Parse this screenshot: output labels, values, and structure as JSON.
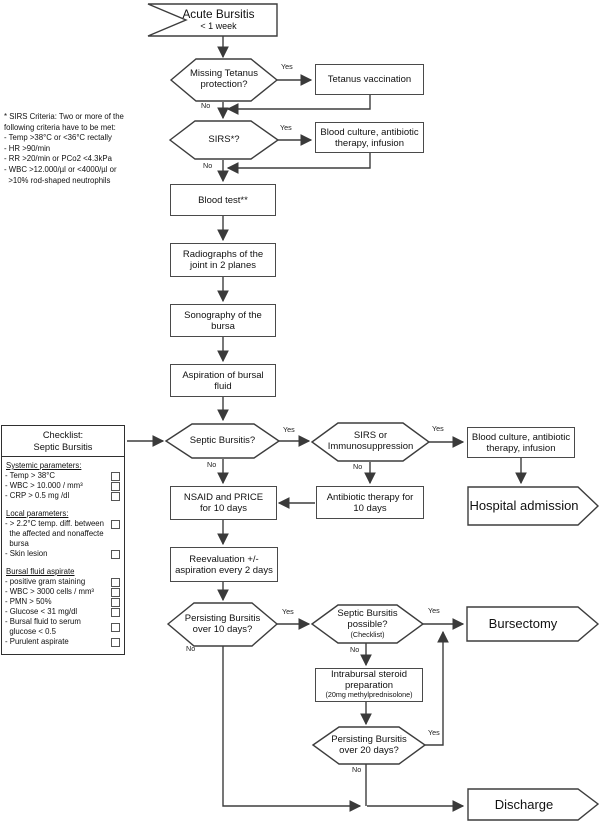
{
  "diagram": {
    "start": {
      "title": "Acute Bursitis",
      "subtitle": "< 1 week"
    },
    "decisions": {
      "tetanus": "Missing Tetanus\nprotection?",
      "sirs": "SIRS*?",
      "septic": "Septic Bursitis?",
      "sirs_immuno": "SIRS or\nImmunosuppression",
      "persist10": "Persisting Bursitis\nover 10 days?",
      "septic_possible": "Septic Bursitis\npossible?",
      "septic_possible_sub": "(Checklist)",
      "persist20": "Persisting Bursitis\nover 20 days?"
    },
    "processes": {
      "tetanus_vacc": "Tetanus vaccination",
      "blood_culture1": "Blood culture, antibiotic\ntherapy, infusion",
      "blood_test": "Blood test**",
      "radiographs": "Radiographs of the\njoint in 2 planes",
      "sonography": "Sonography of the\nbursa",
      "aspiration": "Aspiration of bursal\nfluid",
      "blood_culture2": "Blood culture, antibiotic\ntherapy, infusion",
      "nsaid": "NSAID and PRICE\nfor 10 days",
      "antibiotic": "Antibiotic therapy for\n10 days",
      "reevaluation": "Reevaluation +/-\naspiration every 2 days",
      "steroid": "Intrabursal steroid\npreparation",
      "steroid_sub": "(20mg methylprednisolone)"
    },
    "terminals": {
      "hospital": "Hospital admission",
      "bursectomy": "Bursectomy",
      "discharge": "Discharge"
    },
    "edge_labels": {
      "yes": "Yes",
      "no": "No"
    },
    "sirs_note": "* SIRS Criteria: Two or more of the\nfollowing criteria have to be met:\n- Temp >38°C or <36°C rectally\n- HR >90/min\n- RR >20/min or PCo2 <4.3kPa\n- WBC >12.000/µl or <4000/µl or\n  >10% rod-shaped neutrophils",
    "checklist": {
      "title": "Checklist:\nSeptic Bursitis",
      "sections": [
        {
          "heading": "Systemic parameters:",
          "items": [
            {
              "text": "- Temp > 38°C"
            },
            {
              "text": "- WBC > 10.000 / mm³"
            },
            {
              "text": "- CRP > 0.5 mg /dl"
            }
          ]
        },
        {
          "heading": "Local parameters:",
          "items": [
            {
              "text": "- > 2.2°C temp. diff. between\n  the affected and nonaffecte\n  bursa"
            },
            {
              "text": "- Skin lesion"
            }
          ]
        },
        {
          "heading": "Bursal fluid aspirate",
          "items": [
            {
              "text": "- positive gram staining"
            },
            {
              "text": "- WBC > 3000 cells / mm³"
            },
            {
              "text": "- PMN > 50%"
            },
            {
              "text": "- Glucose < 31 mg/dl"
            },
            {
              "text": "- Bursal fluid to serum\n  glucose < 0.5"
            },
            {
              "text": "- Purulent aspirate"
            }
          ]
        }
      ]
    }
  }
}
